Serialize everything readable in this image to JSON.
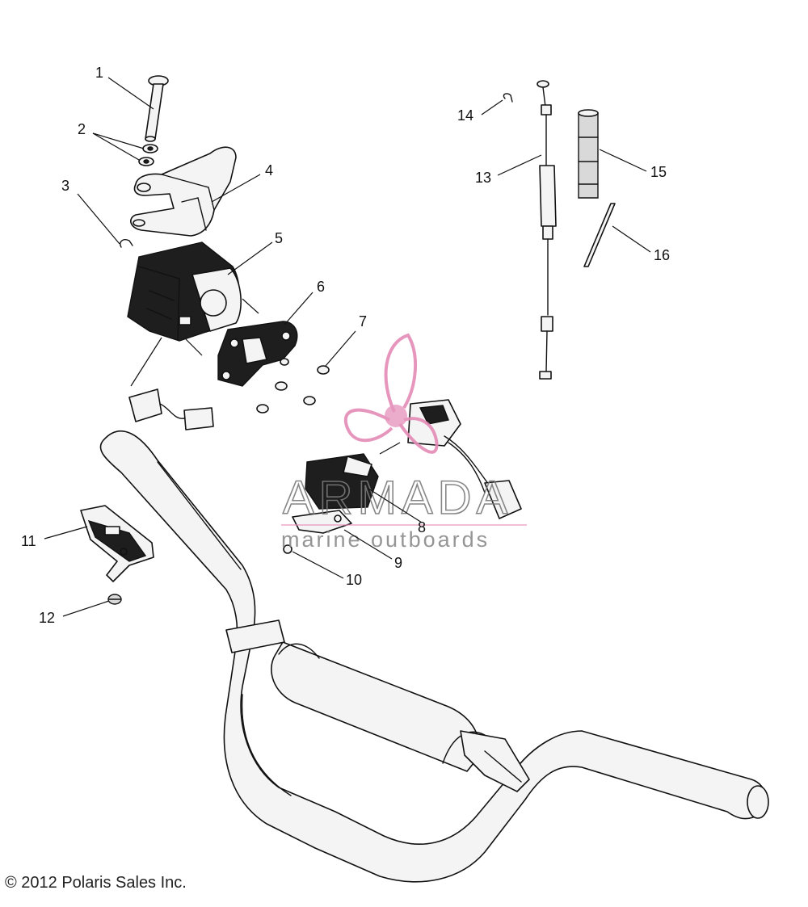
{
  "diagram": {
    "callouts": [
      "1",
      "2",
      "3",
      "4",
      "5",
      "6",
      "7",
      "8",
      "9",
      "10",
      "11",
      "12",
      "13",
      "14",
      "15",
      "16"
    ]
  },
  "watermark": {
    "brand": "ARMADA",
    "tagline": "marine outboards",
    "accent_color": "#e48bb6",
    "text_color": "#8a8a8a"
  },
  "footer": {
    "copyright": "© 2012 Polaris Sales Inc."
  },
  "colors": {
    "line": "#111111",
    "part_fill": "#f4f4f4",
    "dark_fill": "#1e1e1e"
  }
}
